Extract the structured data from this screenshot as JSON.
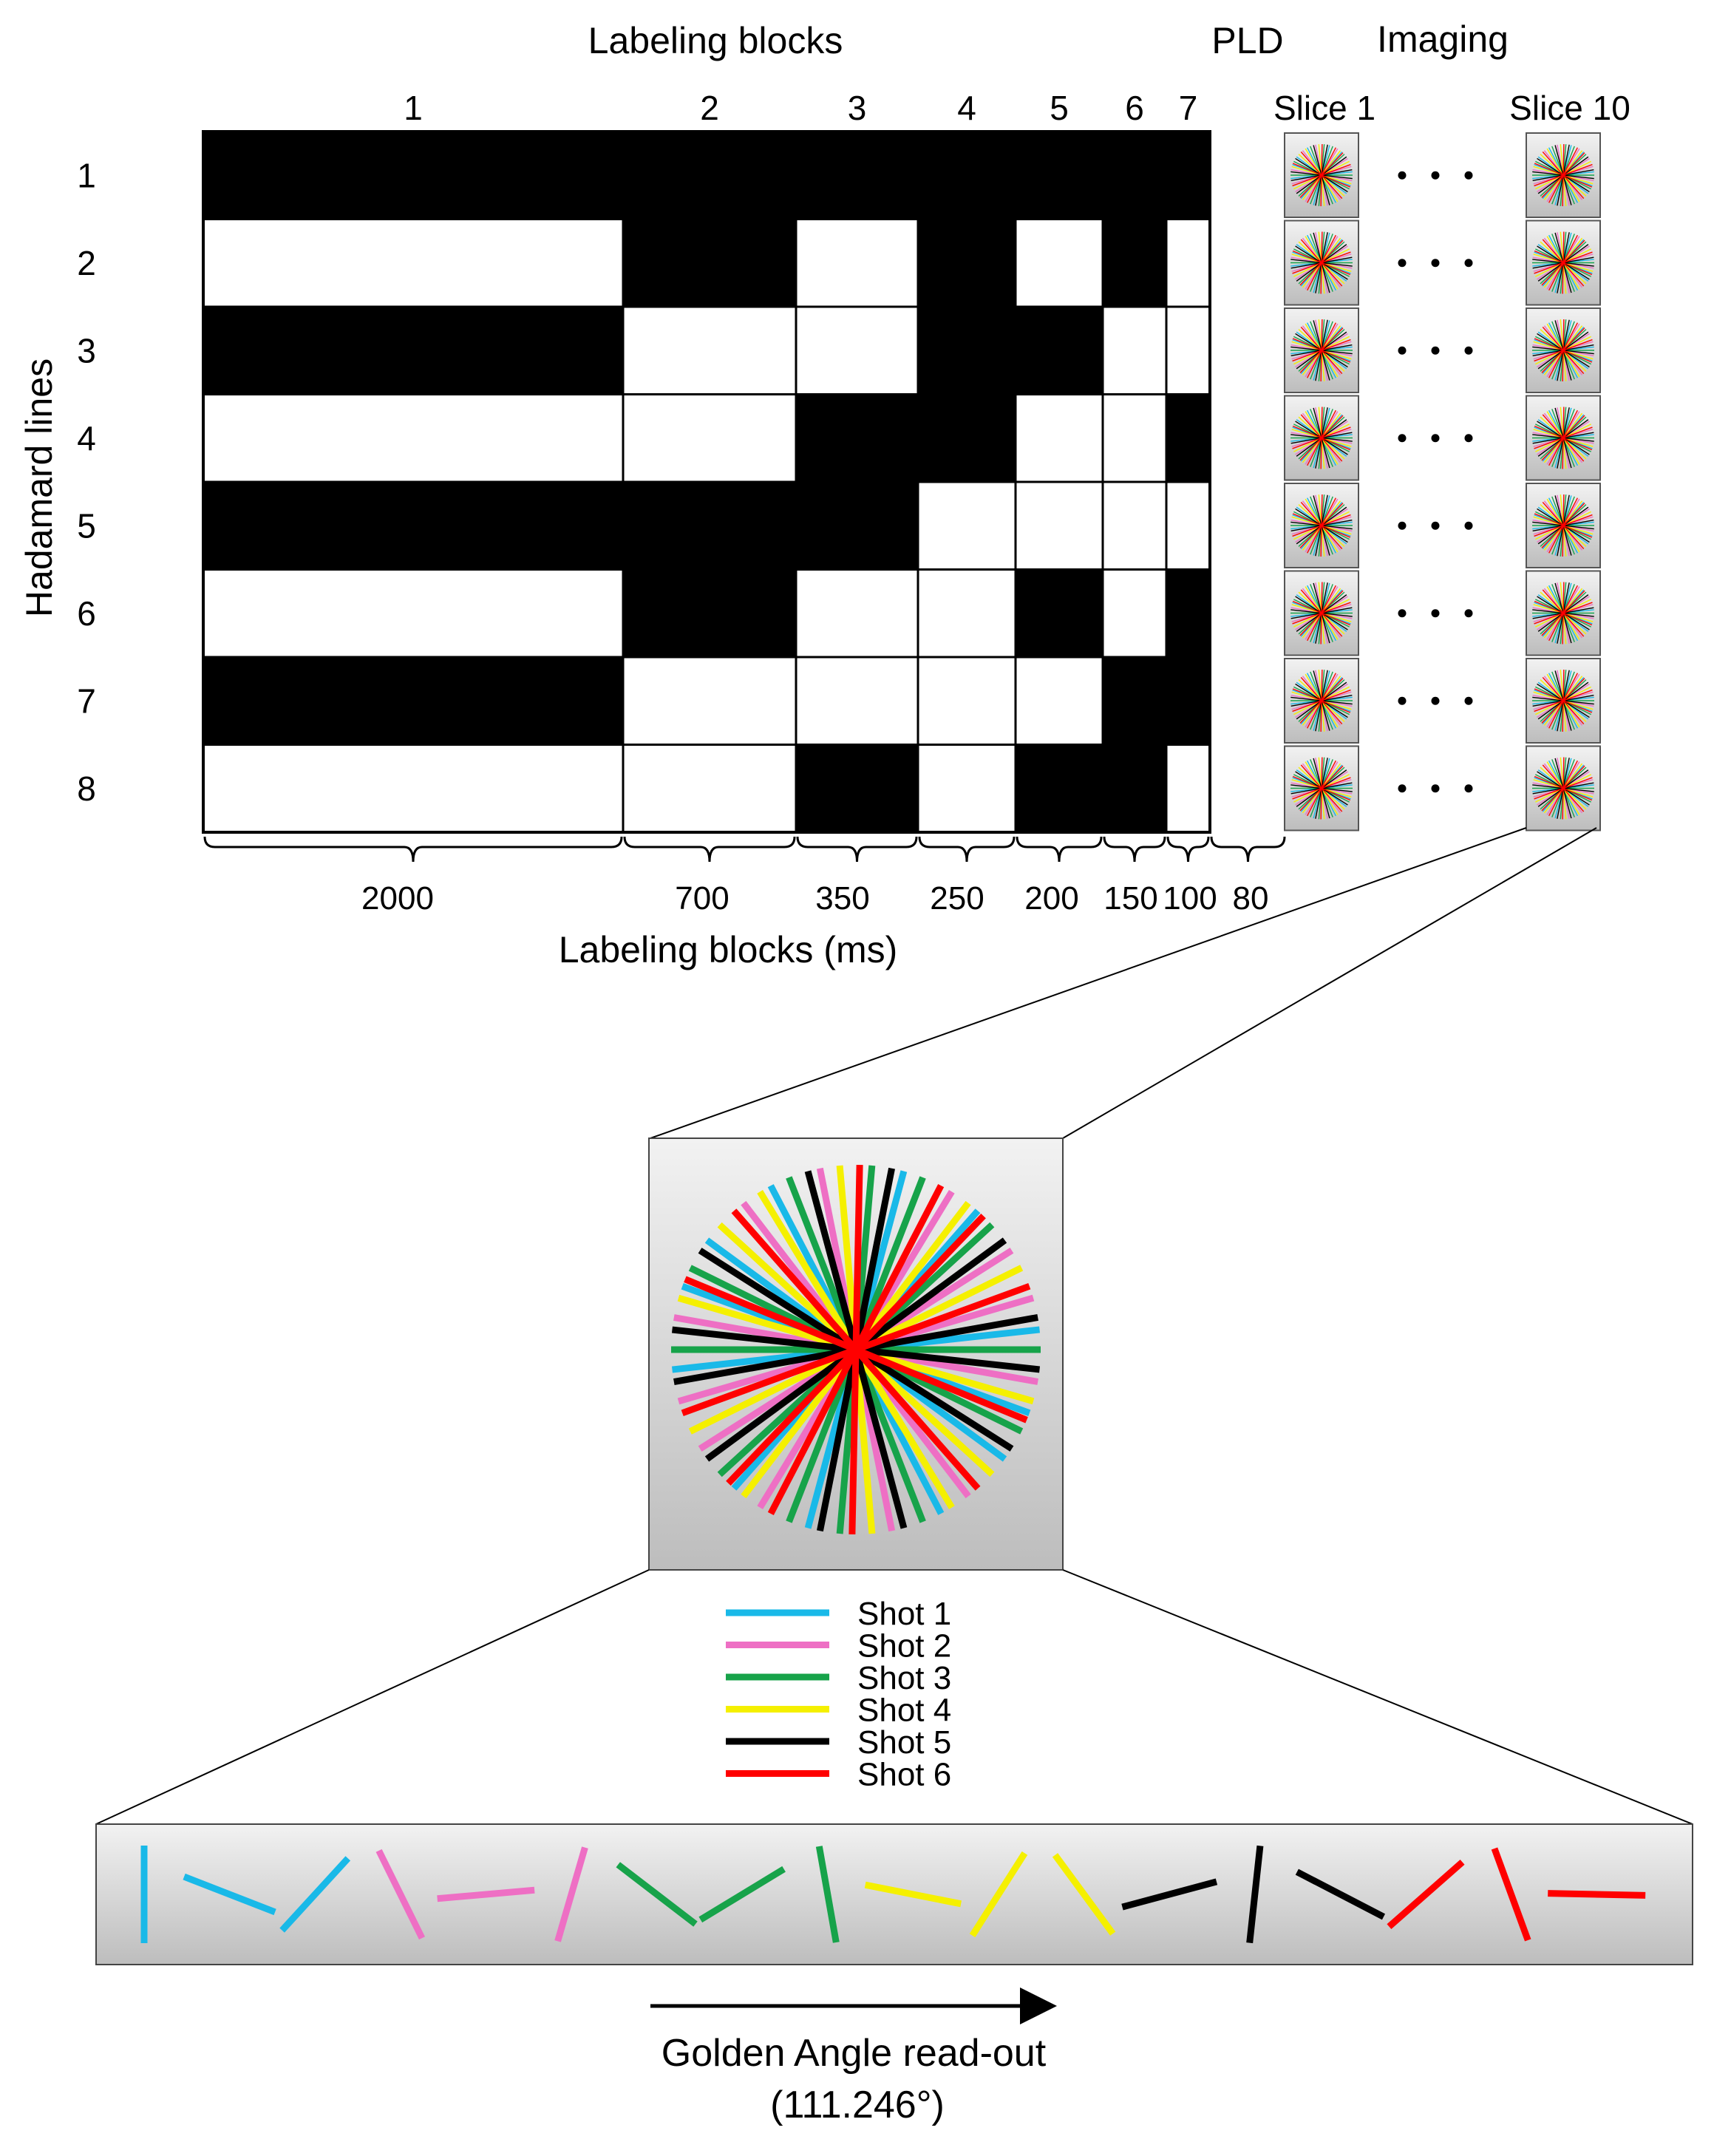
{
  "header": {
    "labeling_title": "Labeling blocks",
    "pld_title": "PLD",
    "imaging_title": "Imaging",
    "slice_first": "Slice 1",
    "slice_last": "Slice 10",
    "ellipsis": "• • •"
  },
  "matrix": {
    "y_title": "Hadamard lines",
    "x_title": "Labeling blocks (ms)",
    "block_numbers": [
      "1",
      "2",
      "3",
      "4",
      "5",
      "6",
      "7"
    ],
    "row_numbers": [
      "1",
      "2",
      "3",
      "4",
      "5",
      "6",
      "7",
      "8"
    ],
    "durations": [
      "2000",
      "700",
      "350",
      "250",
      "200",
      "150",
      "100"
    ],
    "pld_duration": "80",
    "rows": [
      [
        1,
        1,
        1,
        1,
        1,
        1,
        1
      ],
      [
        0,
        1,
        0,
        1,
        0,
        1,
        0
      ],
      [
        1,
        0,
        0,
        1,
        1,
        0,
        0
      ],
      [
        0,
        0,
        1,
        1,
        0,
        0,
        1
      ],
      [
        1,
        1,
        1,
        0,
        0,
        0,
        0
      ],
      [
        0,
        1,
        0,
        0,
        1,
        0,
        1
      ],
      [
        1,
        0,
        0,
        0,
        0,
        1,
        1
      ],
      [
        0,
        0,
        1,
        0,
        1,
        1,
        0
      ]
    ]
  },
  "colors": {
    "shot1": "#19b9e8",
    "shot2": "#ee6fc4",
    "shot3": "#17a34a",
    "shot4": "#f5f000",
    "shot5": "#000000",
    "shot6": "#ff0000"
  },
  "legend": [
    {
      "label": "Shot 1",
      "color": "#19b9e8"
    },
    {
      "label": "Shot 2",
      "color": "#ee6fc4"
    },
    {
      "label": "Shot 3",
      "color": "#17a34a"
    },
    {
      "label": "Shot 4",
      "color": "#f5f000"
    },
    {
      "label": "Shot 5",
      "color": "#000000"
    },
    {
      "label": "Shot 6",
      "color": "#ff0000"
    }
  ],
  "readout": {
    "arrow_label": "Golden Angle read-out",
    "angle_label": "(111.246°)"
  }
}
